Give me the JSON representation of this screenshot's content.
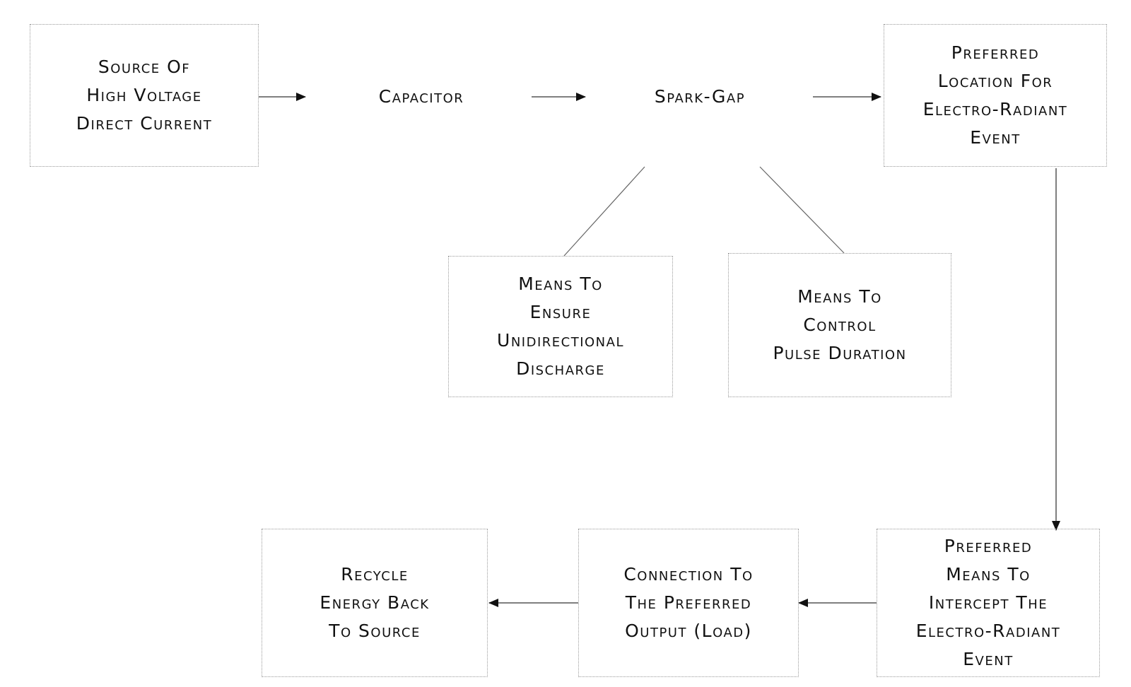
{
  "nodes": {
    "source": "Source Of\nHigh Voltage\nDirect Current",
    "capacitor": "Capacitor",
    "spark_gap": "Spark-Gap",
    "preferred_location": "Preferred\nLocation For\nElectro-Radiant\nEvent",
    "unidirectional": "Means To\nEnsure\nUnidirectional\nDischarge",
    "pulse_duration": "Means To\nControl\nPulse Duration",
    "intercept": "Preferred\nMeans To\nIntercept The\nElectro-Radiant\nEvent",
    "connection": "Connection To\nThe Preferred\nOutput (Load)",
    "recycle": "Recycle\nEnergy Back\nTo Source"
  },
  "colors": {
    "line": "#555555",
    "arrowhead": "#111111",
    "border": "#9a9a9a"
  }
}
